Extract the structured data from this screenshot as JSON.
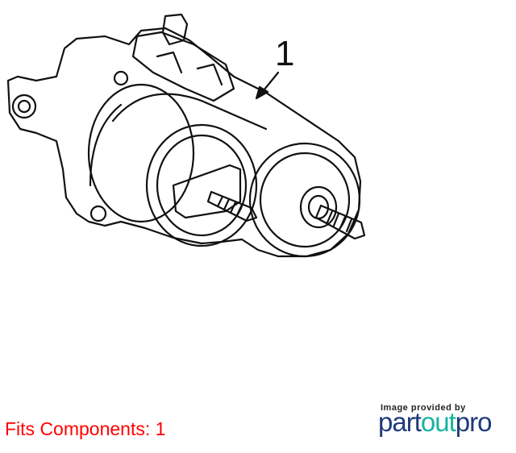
{
  "diagram": {
    "callout_number": "1",
    "subject": "starter-motor-line-drawing"
  },
  "footer": {
    "fits_components": "Fits Components: 1",
    "credit": "Image provided by",
    "logo_part1": "part",
    "logo_part2": "out",
    "logo_part3": "pro"
  },
  "colors": {
    "fits_text": "#ff0000",
    "logo_dark": "#1e3a7b",
    "logo_teal": "#17b3a3"
  }
}
